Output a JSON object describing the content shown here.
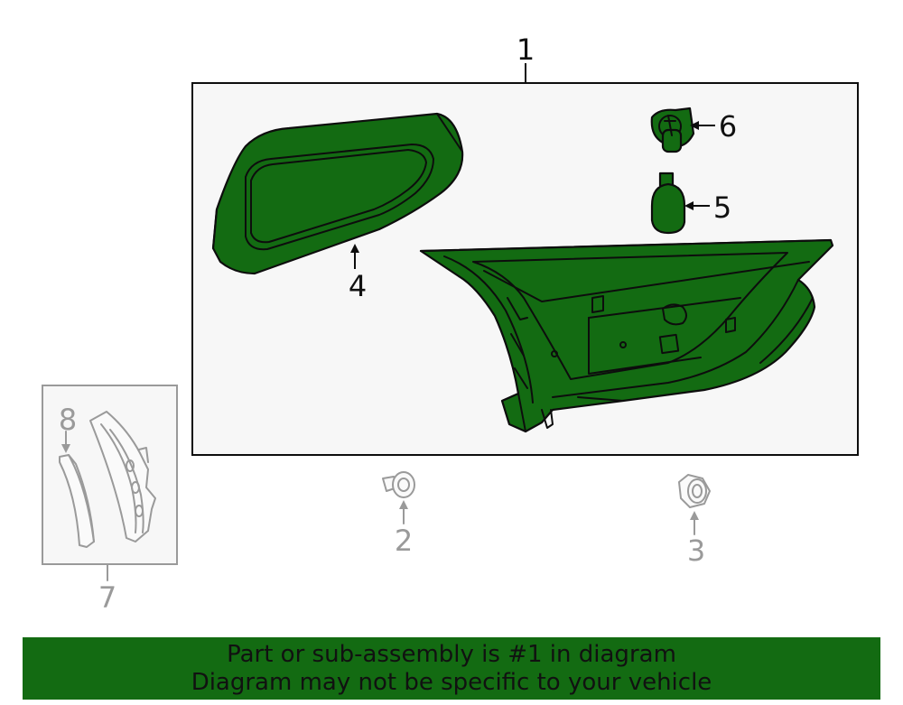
{
  "colors": {
    "highlight": "#136b12",
    "outline": "#0d0d0d",
    "ghost": "#9a9a9a",
    "panel": "#f7f7f7"
  },
  "callouts": {
    "c1": "1",
    "c2": "2",
    "c3": "3",
    "c4": "4",
    "c5": "5",
    "c6": "6",
    "c7": "7",
    "c8": "8"
  },
  "banner": {
    "line1": "Part or sub-assembly is #1 in diagram",
    "line2": "Diagram may not be specific to your vehicle"
  }
}
